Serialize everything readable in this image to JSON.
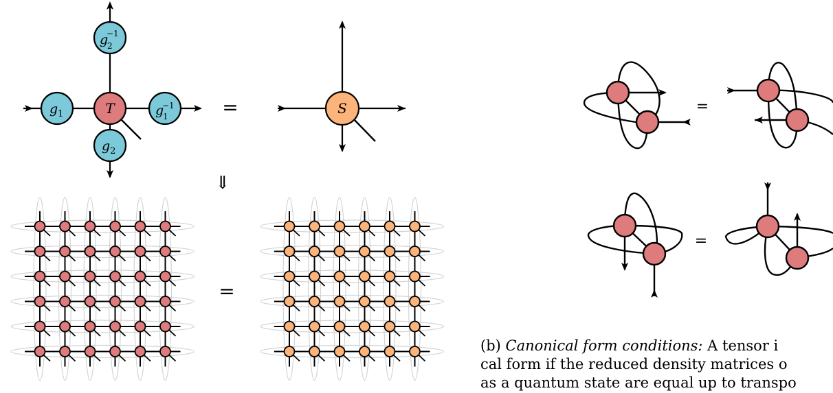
{
  "colors": {
    "pink": "#de7b7c",
    "cyan": "#7cc9da",
    "orange": "#fcb47a",
    "ghost": "#d4d4d4",
    "ink": "#000000"
  },
  "gauge_diagram": {
    "center_label": "T",
    "left_label": "g",
    "left_sub": "1",
    "right_label": "g",
    "right_sub": "1",
    "right_sup": "−1",
    "top_label": "g",
    "top_sub": "2",
    "top_sup": "−1",
    "bottom_label": "g",
    "bottom_sub": "2",
    "equals": "=",
    "result_label": "S"
  },
  "implies_symbol": "⇓",
  "lattice_equals": "=",
  "canonical": {
    "row1_equals": "=",
    "row2_equals": "="
  },
  "caption": {
    "prefix": "(b) ",
    "title": "Canonical form conditions:",
    "line1_rest": " A tensor i",
    "line2": "cal form if the reduced density matrices o",
    "line3": "as a quantum state are equal up to transpo"
  }
}
